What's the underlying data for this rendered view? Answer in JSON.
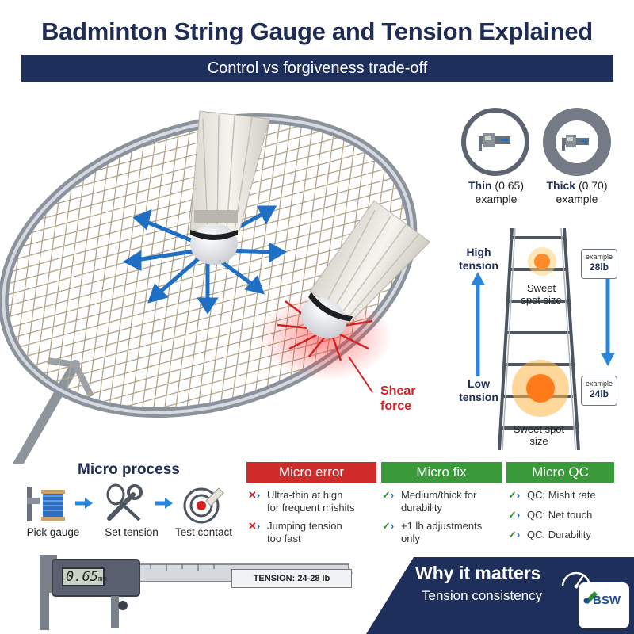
{
  "title": "Badminton String Gauge and Tension Explained",
  "subtitle": "Control vs forgiveness trade-off",
  "gauges": {
    "thin": {
      "name": "Thin",
      "size": "(0.65)",
      "note": "example"
    },
    "thick": {
      "name": "Thick",
      "size": "(0.70)",
      "note": "example"
    }
  },
  "tension_ladder": {
    "high_label": "High\ntension",
    "low_label": "Low\ntension",
    "high_example_tag": "example",
    "high_example_value": "28lb",
    "low_example_tag": "example",
    "low_example_value": "24lb",
    "high_sweet_spot": "Sweet\nspot size",
    "low_sweet_spot": "Sweet spot\nsize"
  },
  "racket_callout": "Shear\nforce",
  "micro_process": {
    "title": "Micro process",
    "steps": [
      {
        "label": "Pick gauge",
        "icon": "spool-caliper-icon"
      },
      {
        "label": "Set tension",
        "icon": "wrench-racket-icon"
      },
      {
        "label": "Test contact",
        "icon": "target-shuttle-icon"
      }
    ]
  },
  "micro_error": {
    "title": "Micro error",
    "items": [
      "Ultra-thin at high\nfor frequent mishits",
      "Jumping tension\ntoo fast"
    ]
  },
  "micro_fix": {
    "title": "Micro fix",
    "items": [
      "Medium/thick for\ndurability",
      "+1 lb adjustments\nonly"
    ]
  },
  "micro_qc": {
    "title": "Micro QC",
    "items": [
      "QC: Mishit rate",
      "QC: Net touch",
      "QC: Durability"
    ]
  },
  "caliper": {
    "display": "0.65",
    "unit": "mm",
    "tension_range": "TENSION: 24-28 lb"
  },
  "why": {
    "title": "Why it matters",
    "subtitle": "Tension consistency"
  },
  "logo": {
    "text": "BSW"
  },
  "colors": {
    "navy": "#1f2f5c",
    "error_red": "#cf2b2b",
    "fix_green": "#3a9a3a",
    "arrow_blue": "#1f6fc4"
  }
}
